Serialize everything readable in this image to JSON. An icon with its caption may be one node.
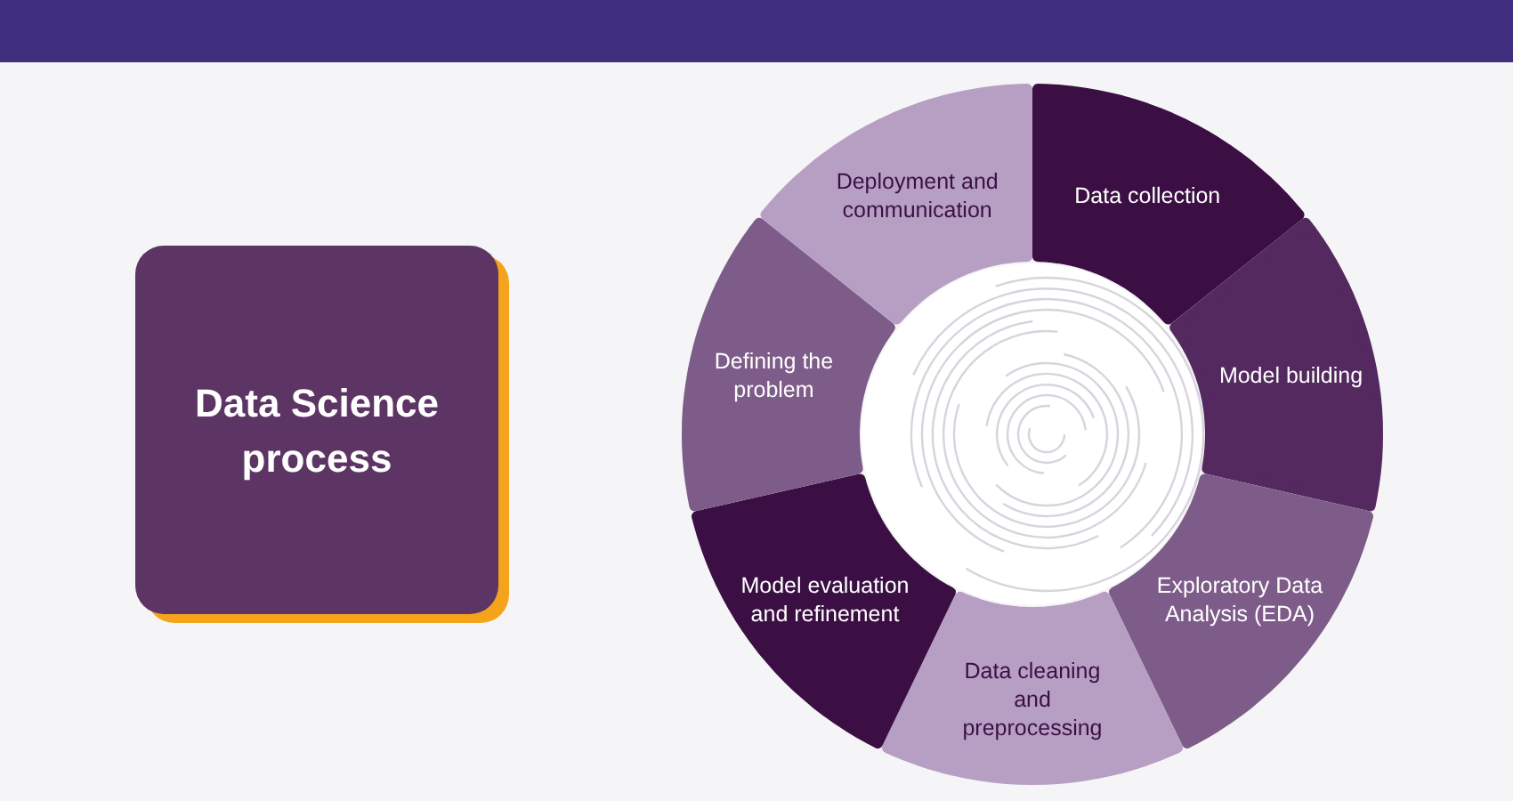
{
  "diagram": {
    "nodes": [
      {
        "text": [
          "Data Science process"
        ]
      },
      {
        "text": [
          "Data collection"
        ]
      },
      {
        "text": [
          "Model building"
        ]
      },
      {
        "text": [
          "Exploratory Data Analysis (EDA)"
        ]
      },
      {
        "text": [
          "Data cleaning and preprocessing"
        ]
      },
      {
        "text": [
          "Model evaluation and refinement"
        ]
      },
      {
        "text": [
          "Defining the problem"
        ]
      },
      {
        "text": [
          "Deployment and communication"
        ]
      }
    ]
  }
}
